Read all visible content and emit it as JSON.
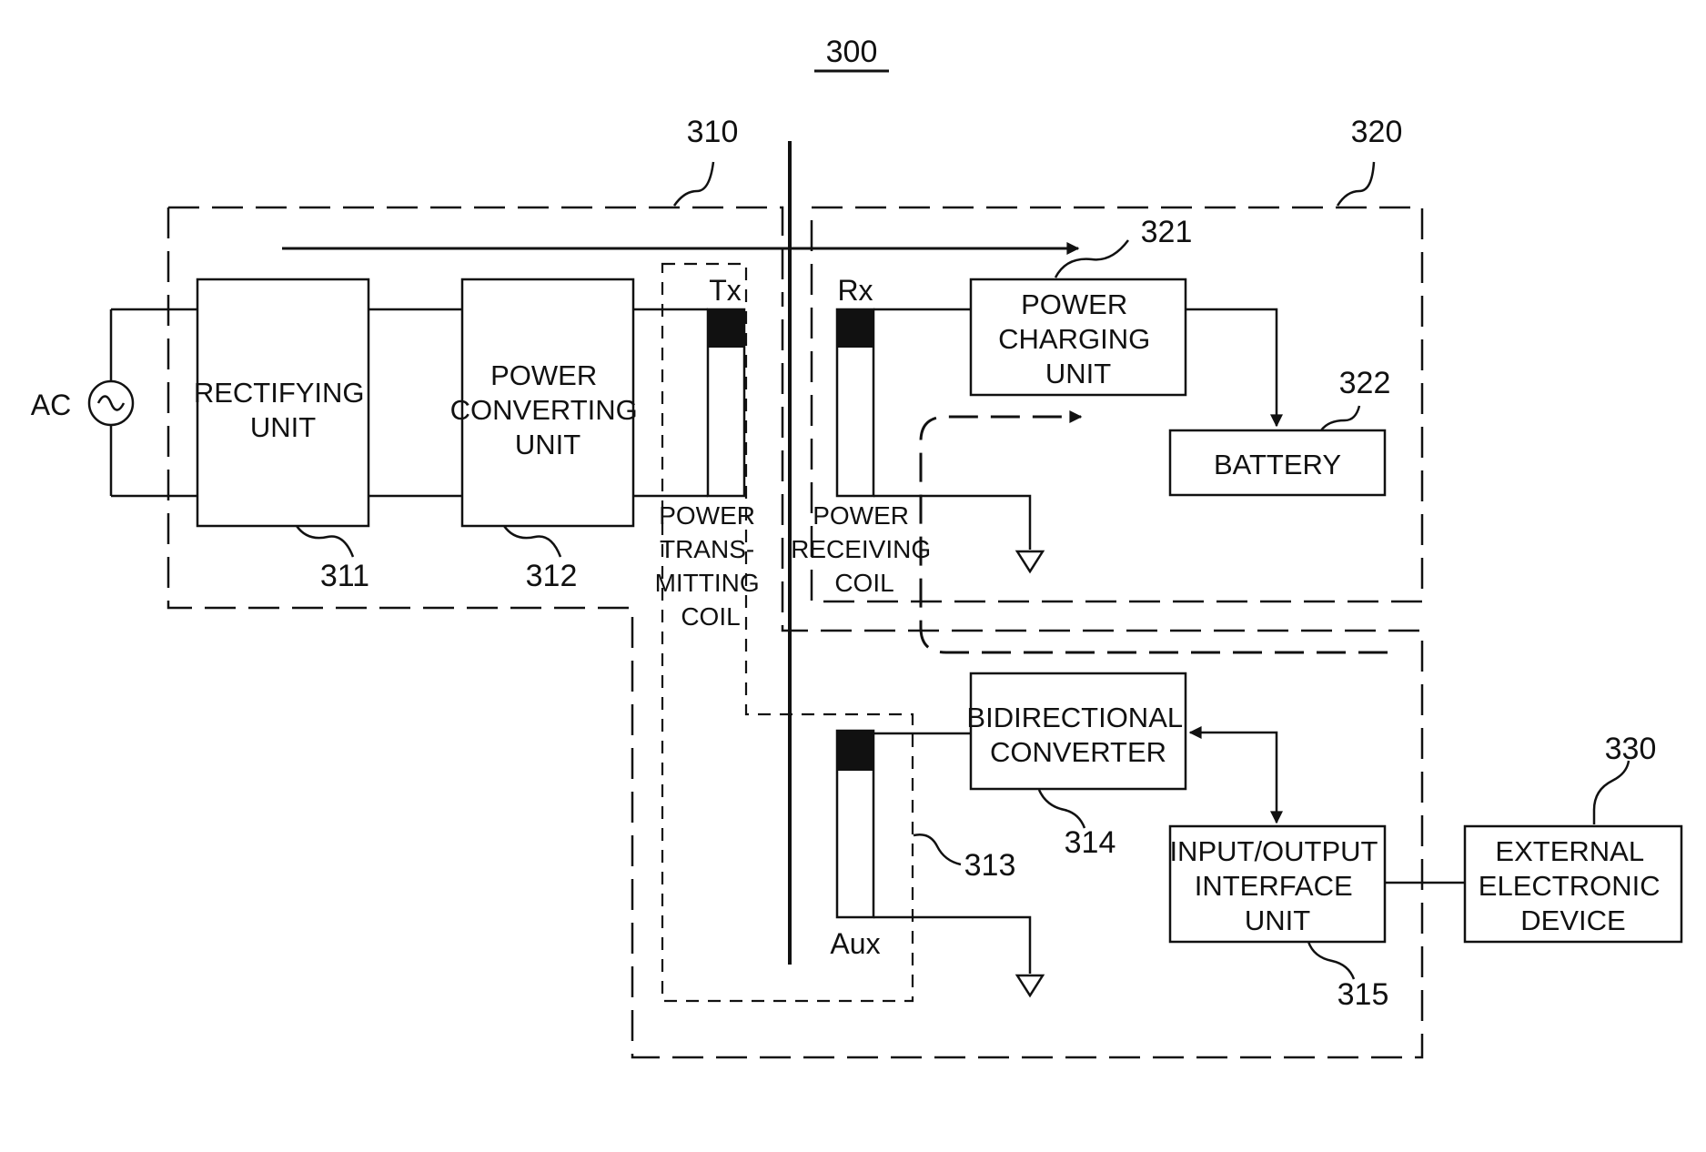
{
  "figure": {
    "number": "300",
    "ref_transmitter": "310",
    "ref_receiver": "320",
    "ref_external": "330"
  },
  "source": {
    "label": "AC"
  },
  "blocks": {
    "rectifying": {
      "ref": "311",
      "lines": [
        "RECTIFYING",
        "UNIT"
      ]
    },
    "power_converting": {
      "ref": "312",
      "lines": [
        "POWER",
        "CONVERTING",
        "UNIT"
      ]
    },
    "aux_coil": {
      "ref": "313"
    },
    "bidirectional": {
      "ref": "314",
      "lines": [
        "BIDIRECTIONAL",
        "CONVERTER"
      ]
    },
    "io_interface": {
      "ref": "315",
      "lines": [
        "INPUT/OUTPUT",
        "INTERFACE",
        "UNIT"
      ]
    },
    "power_charging": {
      "ref": "321",
      "lines": [
        "POWER",
        "CHARGING",
        "UNIT"
      ]
    },
    "battery": {
      "ref": "322",
      "lines": [
        "BATTERY"
      ]
    },
    "external_device": {
      "lines": [
        "EXTERNAL",
        "ELECTRONIC",
        "DEVICE"
      ]
    }
  },
  "coils": {
    "tx": {
      "tag": "Tx",
      "lines": [
        "POWER",
        "TRANS-",
        "MITTING",
        "COIL"
      ]
    },
    "rx": {
      "tag": "Rx",
      "lines": [
        "POWER",
        "RECEIVING",
        "COIL"
      ]
    },
    "aux": {
      "tag": "Aux"
    }
  },
  "colors": {
    "line": "#111111",
    "background": "#ffffff"
  }
}
